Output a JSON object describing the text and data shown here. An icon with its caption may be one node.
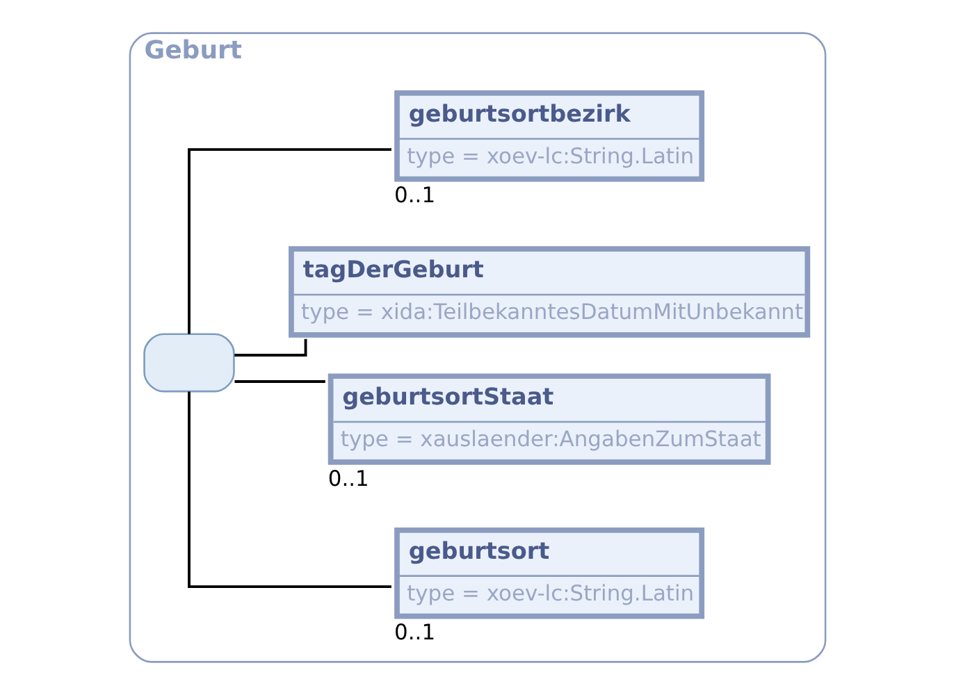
{
  "diagram": {
    "nodes": [
      {
        "text": [
          "Geburt"
        ]
      },
      {
        "text": [],
        "shape": "box",
        "in": 0
      },
      {
        "text": [
          "geburtsort",
          "type = xoev-lc:String.Latin"
        ],
        "beside": [
          "0..1"
        ],
        "in": 0
      },
      {
        "text": [
          "geburtsortStaat",
          "type = xauslaender:AngabenZumStaat"
        ],
        "beside": [
          "0..1"
        ],
        "in": 0
      },
      {
        "text": [
          "tagDerGeburt",
          "type = xida:TeilbekanntesDatumMitUnbekannt"
        ],
        "in": 0
      },
      {
        "text": [
          "geburtsortbezirk",
          "type = xoev-lc:String.Latin"
        ],
        "beside": [
          "0..1"
        ],
        "in": 0
      }
    ],
    "edges": [
      {
        "from": 1,
        "to": 2,
        "arrow": "none"
      },
      {
        "from": 1,
        "to": 3,
        "arrow": "none"
      },
      {
        "from": 1,
        "to": 4,
        "arrow": "none"
      },
      {
        "from": 1,
        "to": 5,
        "arrow": "none"
      }
    ]
  }
}
